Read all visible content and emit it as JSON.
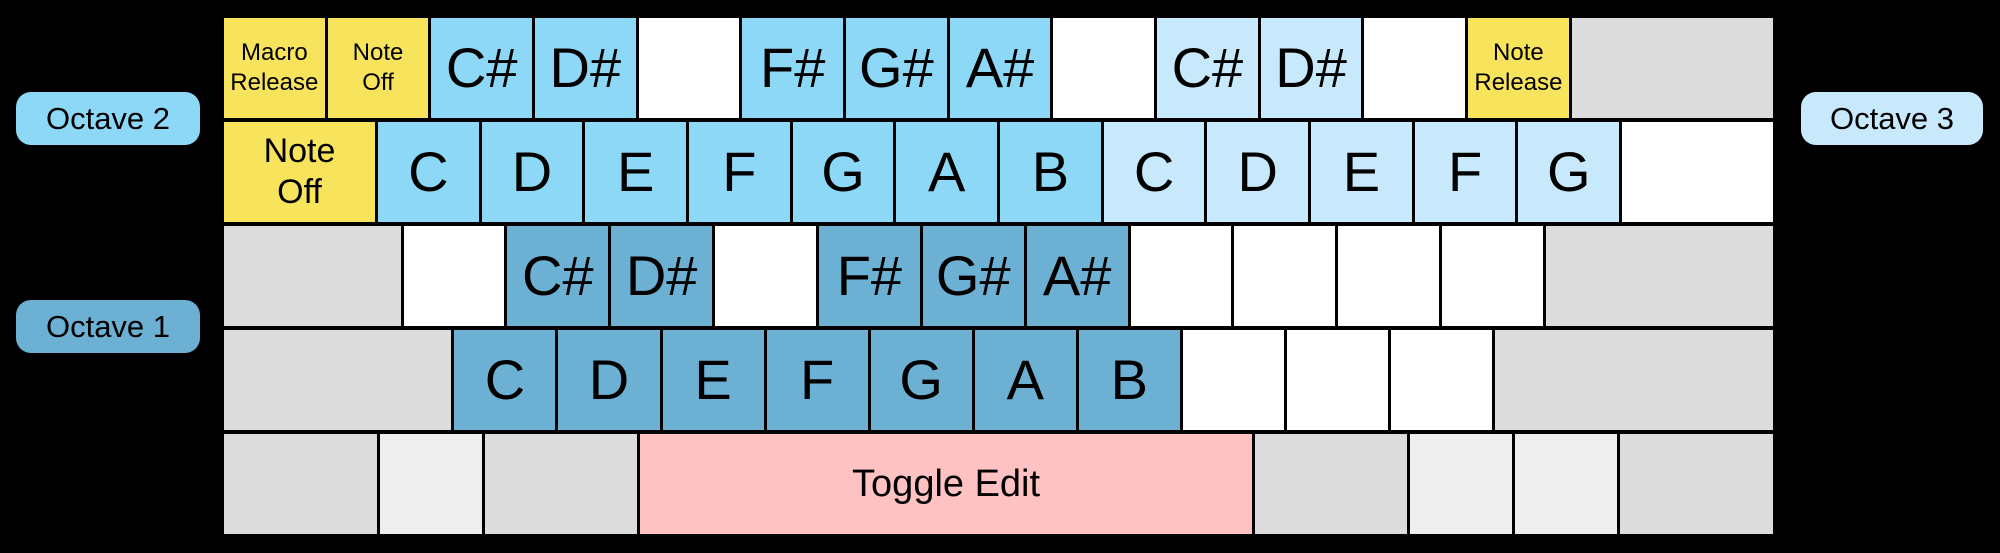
{
  "colors": {
    "background": "#000000",
    "yellow": "#f8e45c",
    "octave1": "#6cb0d3",
    "octave2": "#8ed8f7",
    "octave3": "#c8e9fc",
    "blank": "#ffffff",
    "mod": "#dcdcdc",
    "modlight": "#eeeeee",
    "pink": "#ffc2c2",
    "text": "#000000"
  },
  "labels": {
    "octave1": "Octave 1",
    "octave2": "Octave 2",
    "octave3": "Octave 3"
  },
  "keyboard": {
    "rows": [
      [
        {
          "name": "macro-release-key",
          "type": "yellow",
          "u": 1,
          "size": "sm",
          "label": "Macro\nRelease"
        },
        {
          "name": "note-off-key-row1",
          "type": "yellow",
          "u": 1,
          "size": "sm",
          "label": "Note\nOff"
        },
        {
          "name": "key-c-sharp-octave2",
          "type": "note2",
          "u": 1,
          "size": "lg",
          "label": "C#"
        },
        {
          "name": "key-d-sharp-octave2",
          "type": "note2",
          "u": 1,
          "size": "lg",
          "label": "D#"
        },
        {
          "name": "key-unmapped",
          "type": "blank",
          "u": 1,
          "label": ""
        },
        {
          "name": "key-f-sharp-octave2",
          "type": "note2",
          "u": 1,
          "size": "lg",
          "label": "F#"
        },
        {
          "name": "key-g-sharp-octave2",
          "type": "note2",
          "u": 1,
          "size": "lg",
          "label": "G#"
        },
        {
          "name": "key-a-sharp-octave2",
          "type": "note2",
          "u": 1,
          "size": "lg",
          "label": "A#"
        },
        {
          "name": "key-unmapped",
          "type": "blank",
          "u": 1,
          "label": ""
        },
        {
          "name": "key-c-sharp-octave3",
          "type": "note3",
          "u": 1,
          "size": "lg",
          "label": "C#"
        },
        {
          "name": "key-d-sharp-octave3",
          "type": "note3",
          "u": 1,
          "size": "lg",
          "label": "D#"
        },
        {
          "name": "key-unmapped",
          "type": "blank",
          "u": 1,
          "label": ""
        },
        {
          "name": "note-release-key",
          "type": "yellow",
          "u": 1,
          "size": "sm",
          "label": "Note\nRelease"
        },
        {
          "name": "key-backspace-unmapped",
          "type": "mod",
          "u": 2,
          "label": ""
        }
      ],
      [
        {
          "name": "note-off-key",
          "type": "yellow",
          "u": 1.5,
          "size": "md",
          "label": "Note\nOff"
        },
        {
          "name": "key-c-octave2",
          "type": "note2",
          "u": 1,
          "size": "lg",
          "label": "C"
        },
        {
          "name": "key-d-octave2",
          "type": "note2",
          "u": 1,
          "size": "lg",
          "label": "D"
        },
        {
          "name": "key-e-octave2",
          "type": "note2",
          "u": 1,
          "size": "lg",
          "label": "E"
        },
        {
          "name": "key-f-octave2",
          "type": "note2",
          "u": 1,
          "size": "lg",
          "label": "F"
        },
        {
          "name": "key-g-octave2",
          "type": "note2",
          "u": 1,
          "size": "lg",
          "label": "G"
        },
        {
          "name": "key-a-octave2",
          "type": "note2",
          "u": 1,
          "size": "lg",
          "label": "A"
        },
        {
          "name": "key-b-octave2",
          "type": "note2",
          "u": 1,
          "size": "lg",
          "label": "B"
        },
        {
          "name": "key-c-octave3",
          "type": "note3",
          "u": 1,
          "size": "lg",
          "label": "C"
        },
        {
          "name": "key-d-octave3",
          "type": "note3",
          "u": 1,
          "size": "lg",
          "label": "D"
        },
        {
          "name": "key-e-octave3",
          "type": "note3",
          "u": 1,
          "size": "lg",
          "label": "E"
        },
        {
          "name": "key-f-octave3",
          "type": "note3",
          "u": 1,
          "size": "lg",
          "label": "F"
        },
        {
          "name": "key-g-octave3",
          "type": "note3",
          "u": 1,
          "size": "lg",
          "label": "G"
        },
        {
          "name": "key-unmapped",
          "type": "blank",
          "u": 1.5,
          "label": ""
        }
      ],
      [
        {
          "name": "key-capslock-unmapped",
          "type": "mod",
          "u": 1.75,
          "label": ""
        },
        {
          "name": "key-unmapped",
          "type": "blank",
          "u": 1,
          "label": ""
        },
        {
          "name": "key-c-sharp-octave1",
          "type": "note1",
          "u": 1,
          "size": "lg",
          "label": "C#"
        },
        {
          "name": "key-d-sharp-octave1",
          "type": "note1",
          "u": 1,
          "size": "lg",
          "label": "D#"
        },
        {
          "name": "key-unmapped",
          "type": "blank",
          "u": 1,
          "label": ""
        },
        {
          "name": "key-f-sharp-octave1",
          "type": "note1",
          "u": 1,
          "size": "lg",
          "label": "F#"
        },
        {
          "name": "key-g-sharp-octave1",
          "type": "note1",
          "u": 1,
          "size": "lg",
          "label": "G#"
        },
        {
          "name": "key-a-sharp-octave1",
          "type": "note1",
          "u": 1,
          "size": "lg",
          "label": "A#"
        },
        {
          "name": "key-unmapped",
          "type": "blank",
          "u": 1,
          "label": ""
        },
        {
          "name": "key-unmapped",
          "type": "blank",
          "u": 1,
          "label": ""
        },
        {
          "name": "key-unmapped",
          "type": "blank",
          "u": 1,
          "label": ""
        },
        {
          "name": "key-unmapped",
          "type": "blank",
          "u": 1,
          "label": ""
        },
        {
          "name": "key-enter-unmapped",
          "type": "mod",
          "u": 2.25,
          "label": ""
        }
      ],
      [
        {
          "name": "key-shift-left-unmapped",
          "type": "mod",
          "u": 2.25,
          "label": ""
        },
        {
          "name": "key-c-octave1",
          "type": "note1",
          "u": 1,
          "size": "lg",
          "label": "C"
        },
        {
          "name": "key-d-octave1",
          "type": "note1",
          "u": 1,
          "size": "lg",
          "label": "D"
        },
        {
          "name": "key-e-octave1",
          "type": "note1",
          "u": 1,
          "size": "lg",
          "label": "E"
        },
        {
          "name": "key-f-octave1",
          "type": "note1",
          "u": 1,
          "size": "lg",
          "label": "F"
        },
        {
          "name": "key-g-octave1",
          "type": "note1",
          "u": 1,
          "size": "lg",
          "label": "G"
        },
        {
          "name": "key-a-octave1",
          "type": "note1",
          "u": 1,
          "size": "lg",
          "label": "A"
        },
        {
          "name": "key-b-octave1",
          "type": "note1",
          "u": 1,
          "size": "lg",
          "label": "B"
        },
        {
          "name": "key-unmapped",
          "type": "blank",
          "u": 1,
          "label": ""
        },
        {
          "name": "key-unmapped",
          "type": "blank",
          "u": 1,
          "label": ""
        },
        {
          "name": "key-unmapped",
          "type": "blank",
          "u": 1,
          "label": ""
        },
        {
          "name": "key-shift-right-unmapped",
          "type": "mod",
          "u": 2.75,
          "label": ""
        }
      ],
      [
        {
          "name": "key-ctrl-left-unmapped",
          "type": "mod",
          "u": 1.5,
          "label": ""
        },
        {
          "name": "key-win-left-unmapped",
          "type": "modlight",
          "u": 1,
          "label": ""
        },
        {
          "name": "key-alt-left-unmapped",
          "type": "mod",
          "u": 1.5,
          "label": ""
        },
        {
          "name": "toggle-edit-key",
          "type": "pink",
          "u": 6,
          "size": "xl",
          "label": "Toggle Edit"
        },
        {
          "name": "key-alt-right-unmapped",
          "type": "mod",
          "u": 1.5,
          "label": ""
        },
        {
          "name": "key-win-right-unmapped",
          "type": "modlight",
          "u": 1,
          "label": ""
        },
        {
          "name": "key-menu-unmapped",
          "type": "modlight",
          "u": 1,
          "label": ""
        },
        {
          "name": "key-ctrl-right-unmapped",
          "type": "mod",
          "u": 1.5,
          "label": ""
        }
      ]
    ]
  }
}
